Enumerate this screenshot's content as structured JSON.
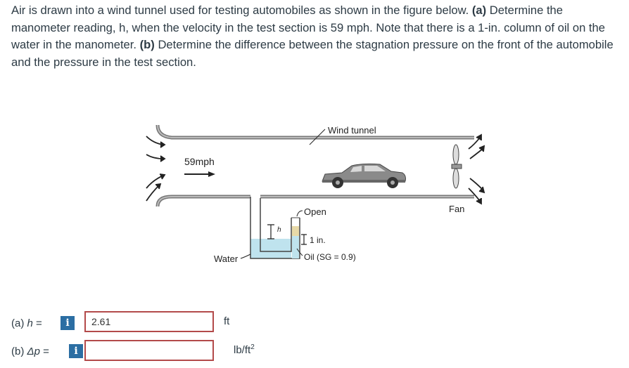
{
  "problem": {
    "part1": "Air is drawn into a wind tunnel used for testing automobiles as shown in the figure below. ",
    "part2": "(a)",
    "part3": " Determine the manometer reading, h, when the velocity in the test section is 59 mph. Note that there is a 1-in. column of oil on the water in the manometer. ",
    "part4": "(b)",
    "part5": " Determine the difference between the stagnation pressure on the front of the automobile and the pressure in the test section."
  },
  "figure": {
    "label_wind_tunnel": "Wind tunnel",
    "label_speed": "59mph",
    "label_open": "Open",
    "label_fan": "Fan",
    "label_h": "h",
    "label_one_in": "1 in.",
    "label_water": "Water",
    "label_oil": "Oil (SG = 0.9)",
    "water_color": "#bfe3ee"
  },
  "answers": [
    {
      "label_prefix": "(a) ",
      "label_var": "h",
      "label_suffix": " =",
      "info": "i",
      "value": "2.61",
      "unit": "ft"
    },
    {
      "label_prefix": "(b) ",
      "label_var": "Δp",
      "label_suffix": " =",
      "info": "i",
      "value": "",
      "unit": "lb/ft",
      "unit_sup": "2"
    }
  ]
}
